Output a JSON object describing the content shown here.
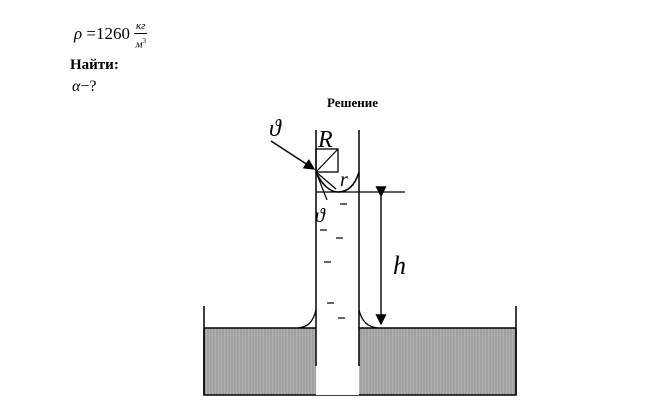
{
  "given": {
    "symbol": "ρ",
    "equals": "=",
    "value": "1260",
    "unit_numerator": "кг",
    "unit_denominator": "м",
    "unit_exponent": "3"
  },
  "find_label": "Найти:",
  "unknown": {
    "symbol": "α",
    "rest": "−?"
  },
  "solution_heading": "Решение",
  "figure_labels": {
    "angle_top": "ϑ",
    "radius_big": "R",
    "radius_small": "r",
    "angle_bottom": "ϑ",
    "height": "h"
  }
}
